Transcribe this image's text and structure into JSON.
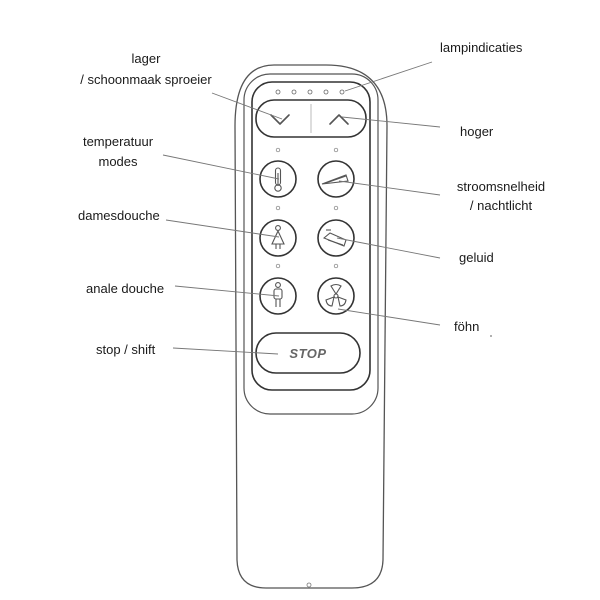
{
  "labels": {
    "lampindicaties": "lampindicaties",
    "lager_line1": "lager",
    "lager_line2": "/ schoonmaak sproeier",
    "hoger": "hoger",
    "temperatuur_line1": "temperatuur",
    "temperatuur_line2": "modes",
    "stroomsnelheid_line1": "stroomsnelheid",
    "stroomsnelheid_line2": "/ nachtlicht",
    "damesdouche": "damesdouche",
    "geluid": "geluid",
    "anale_douche": "anale douche",
    "fohn": "föhn",
    "stop_shift": "stop / shift"
  },
  "remote": {
    "stop_button_text": "STOP",
    "icons": {
      "down": "chevron-down-icon",
      "up": "chevron-up-icon",
      "temperature": "thermometer-icon",
      "flow": "water-flow-icon",
      "lady": "lady-wash-icon",
      "sound": "speaker-icon",
      "rear": "rear-wash-icon",
      "dryer": "dryer-fan-icon"
    }
  }
}
